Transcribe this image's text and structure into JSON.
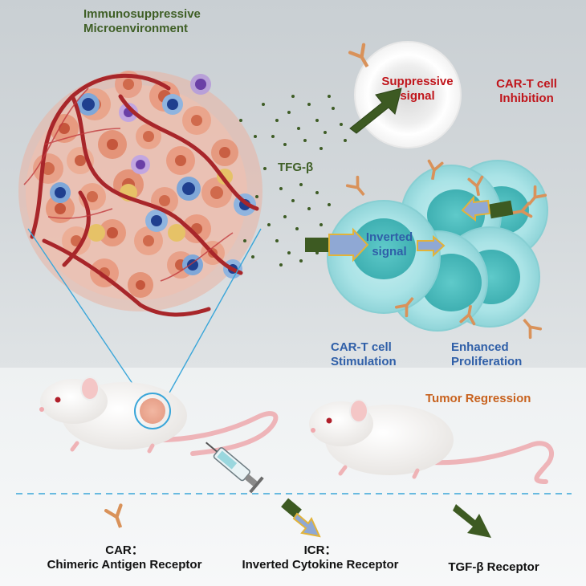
{
  "labels": {
    "microenvironment_line1": "Immunosuppressive",
    "microenvironment_line2": "Microenvironment",
    "tgf_beta": "TFG-β",
    "suppressive_line1": "Suppressive",
    "suppressive_line2": "signal",
    "inhibition_line1": "CAR-T cell",
    "inhibition_line2": "Inhibition",
    "inverted_line1": "Inverted",
    "inverted_line2": "signal",
    "stimulation_line1": "CAR-T cell",
    "stimulation_line2": "Stimulation",
    "proliferation_line1": "Enhanced",
    "proliferation_line2": "Proliferation",
    "tumor_regression": "Tumor Regression"
  },
  "legend": {
    "car_abbr": "CAR：",
    "car_full": "Chimeric Antigen Receptor",
    "icr_abbr": "ICR：",
    "icr_full": "Inverted Cytokine Receptor",
    "tgf_receptor": "TGF-β Receptor"
  },
  "colors": {
    "green_text": "#3f5f26",
    "red_text": "#c0151b",
    "blue_text": "#2f5fa8",
    "orange_text": "#c8621e",
    "arrow_green": "#3d5a22",
    "receptor": "#d9925a",
    "cell_cyan": "#a9e3e6",
    "nucleus_teal": "#4fbfbf",
    "vessel_red": "#a8262a"
  }
}
